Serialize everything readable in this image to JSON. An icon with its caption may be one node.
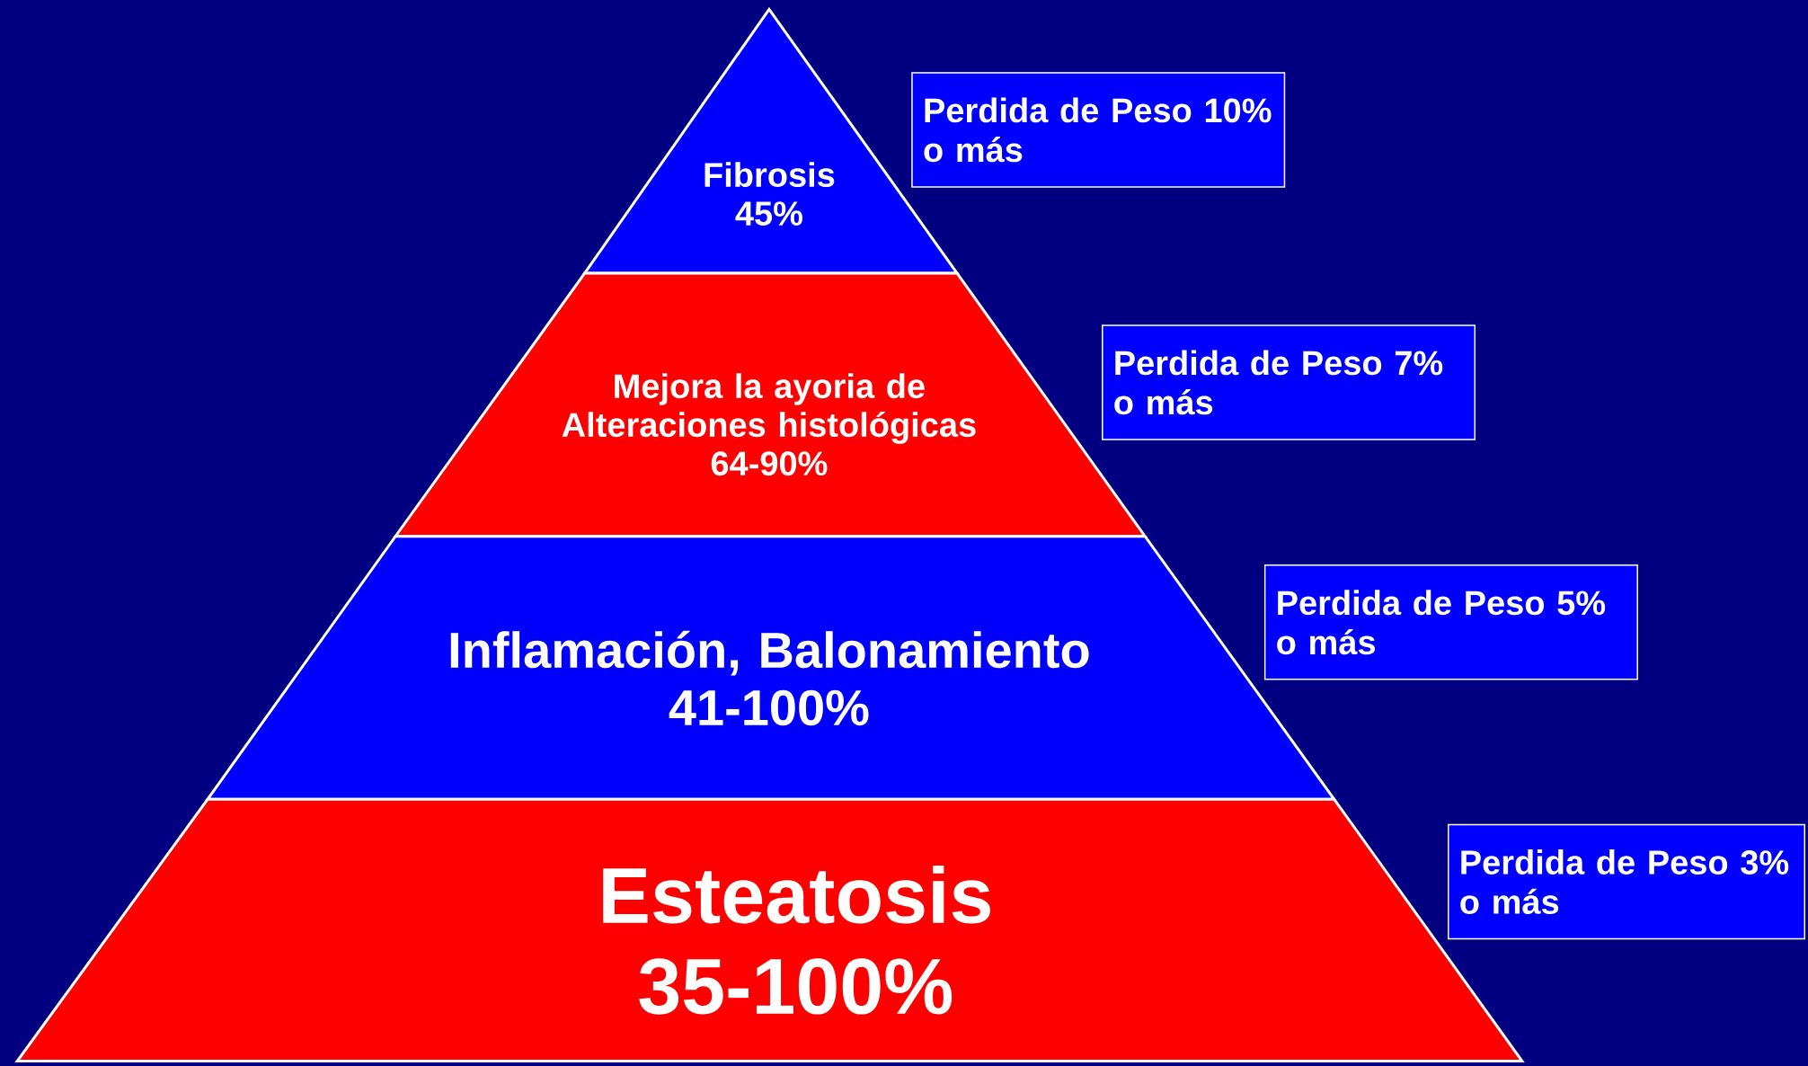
{
  "diagram": {
    "nodes": [
      {
        "text": [
          "Fibrosis",
          "45%"
        ]
      },
      {
        "text": [
          "Mejora la ayoria de Alteraciones histológicas",
          "64-90%"
        ]
      },
      {
        "text": [
          "Inflamación, Balonamiento",
          "41-100%"
        ]
      },
      {
        "text": [
          "Esteatosis",
          "35-100%"
        ]
      },
      {
        "text": [
          "Perdida de Peso 10% o más"
        ]
      },
      {
        "text": [
          "Perdida de Peso 7% o más"
        ]
      },
      {
        "text": [
          "Perdida de Peso 5% o más"
        ]
      },
      {
        "text": [
          "Perdida de Peso 3% o más"
        ]
      }
    ]
  }
}
